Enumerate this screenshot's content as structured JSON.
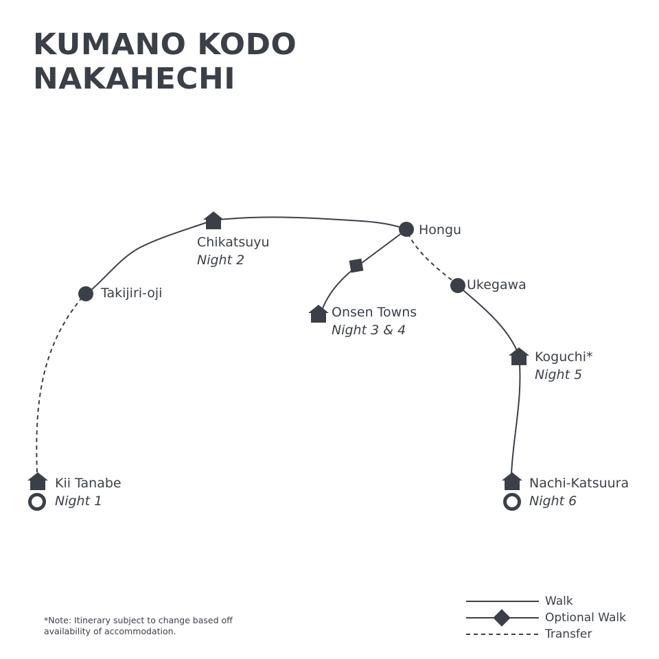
{
  "title": {
    "line1": "KUMANO KODO",
    "line2": "NAKAHECHI"
  },
  "colors": {
    "ink": "#3a3f48",
    "background": "#ffffff"
  },
  "locations": {
    "kii_tanabe": {
      "name": "Kii Tanabe",
      "night": "Night 1",
      "marker": "house-icon",
      "start_marker": "ring-icon"
    },
    "takijiri_oji": {
      "name": "Takijiri-oji",
      "marker": "dot-icon"
    },
    "chikatsuyu": {
      "name": "Chikatsuyu",
      "night": "Night 2",
      "marker": "house-icon"
    },
    "hongu": {
      "name": "Hongu",
      "marker": "dot-icon"
    },
    "onsen_towns": {
      "name": "Onsen Towns",
      "night": "Night 3 & 4",
      "marker": "house-icon"
    },
    "ukegawa": {
      "name": "Ukegawa",
      "marker": "dot-icon"
    },
    "koguchi": {
      "name": "Koguchi*",
      "night": "Night 5",
      "marker": "house-icon"
    },
    "nachi_katsuura": {
      "name": "Nachi-Katsuura",
      "night": "Night 6",
      "marker": "house-icon",
      "end_marker": "ring-icon"
    }
  },
  "route": [
    {
      "from": "Kii Tanabe",
      "to": "Takijiri-oji",
      "type": "Transfer"
    },
    {
      "from": "Takijiri-oji",
      "to": "Chikatsuyu",
      "type": "Walk"
    },
    {
      "from": "Chikatsuyu",
      "to": "Hongu",
      "type": "Walk"
    },
    {
      "from": "Hongu",
      "to": "Onsen Towns",
      "type": "Optional Walk"
    },
    {
      "from": "Hongu",
      "to": "Ukegawa",
      "type": "Transfer"
    },
    {
      "from": "Ukegawa",
      "to": "Koguchi*",
      "type": "Walk"
    },
    {
      "from": "Koguchi*",
      "to": "Nachi-Katsuura",
      "type": "Walk"
    }
  ],
  "legend": {
    "walk": "Walk",
    "optional_walk": "Optional Walk",
    "transfer": "Transfer"
  },
  "note": "*Note: Itinerary  subject to change based off availability of accommodation."
}
